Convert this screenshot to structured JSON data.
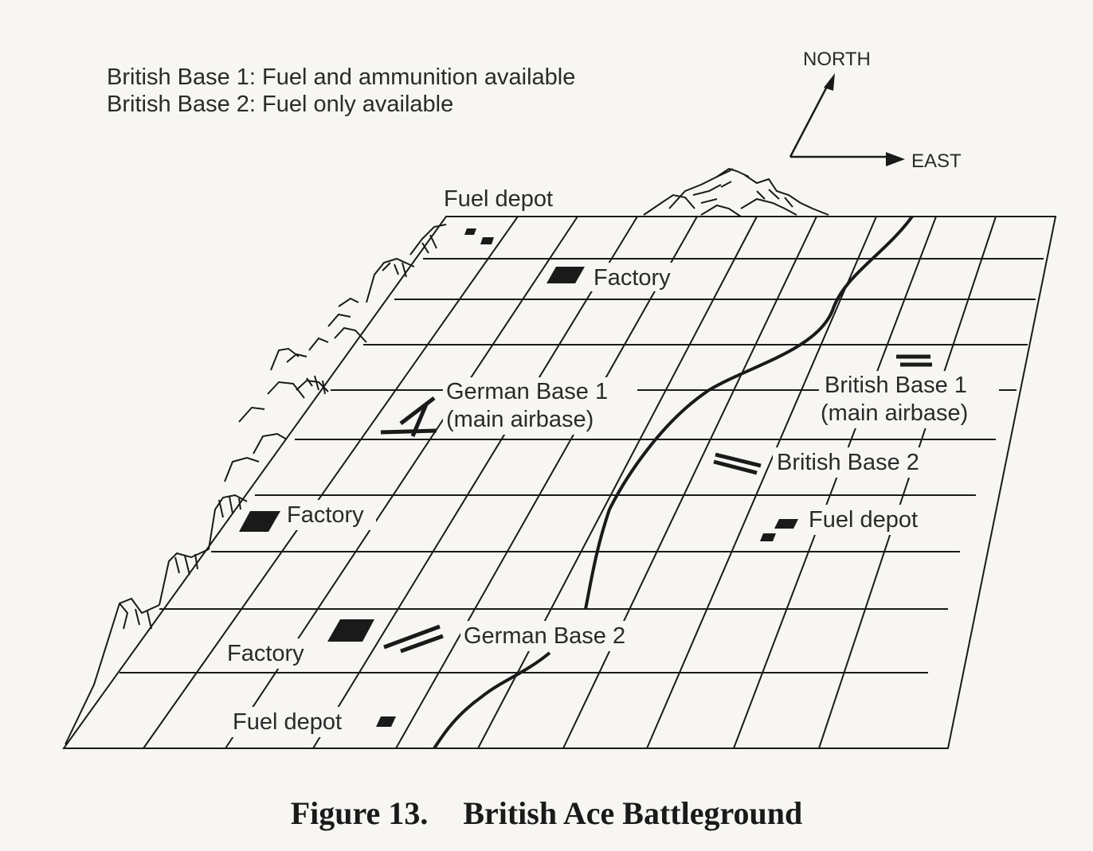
{
  "legend": {
    "line1": "British Base 1: Fuel and ammunition available",
    "line2": "British Base 2: Fuel only available"
  },
  "compass": {
    "north": "NORTH",
    "east": "EAST"
  },
  "labels": {
    "fuel_depot_nw": "Fuel depot",
    "factory_north": "Factory",
    "german_base_1": "German Base 1",
    "german_base_1_sub": "(main airbase)",
    "british_base_1": "British Base 1",
    "british_base_1_sub": "(main airbase)",
    "british_base_2": "British Base 2",
    "fuel_depot_east": "Fuel depot",
    "factory_west": "Factory",
    "german_base_2": "German Base 2",
    "factory_south": "Factory",
    "fuel_depot_south": "Fuel depot"
  },
  "caption": {
    "figure": "Figure 13.",
    "title": "British Ace Battleground"
  },
  "colors": {
    "ink": "#1a1a1a",
    "paper": "#f7f6f3"
  }
}
